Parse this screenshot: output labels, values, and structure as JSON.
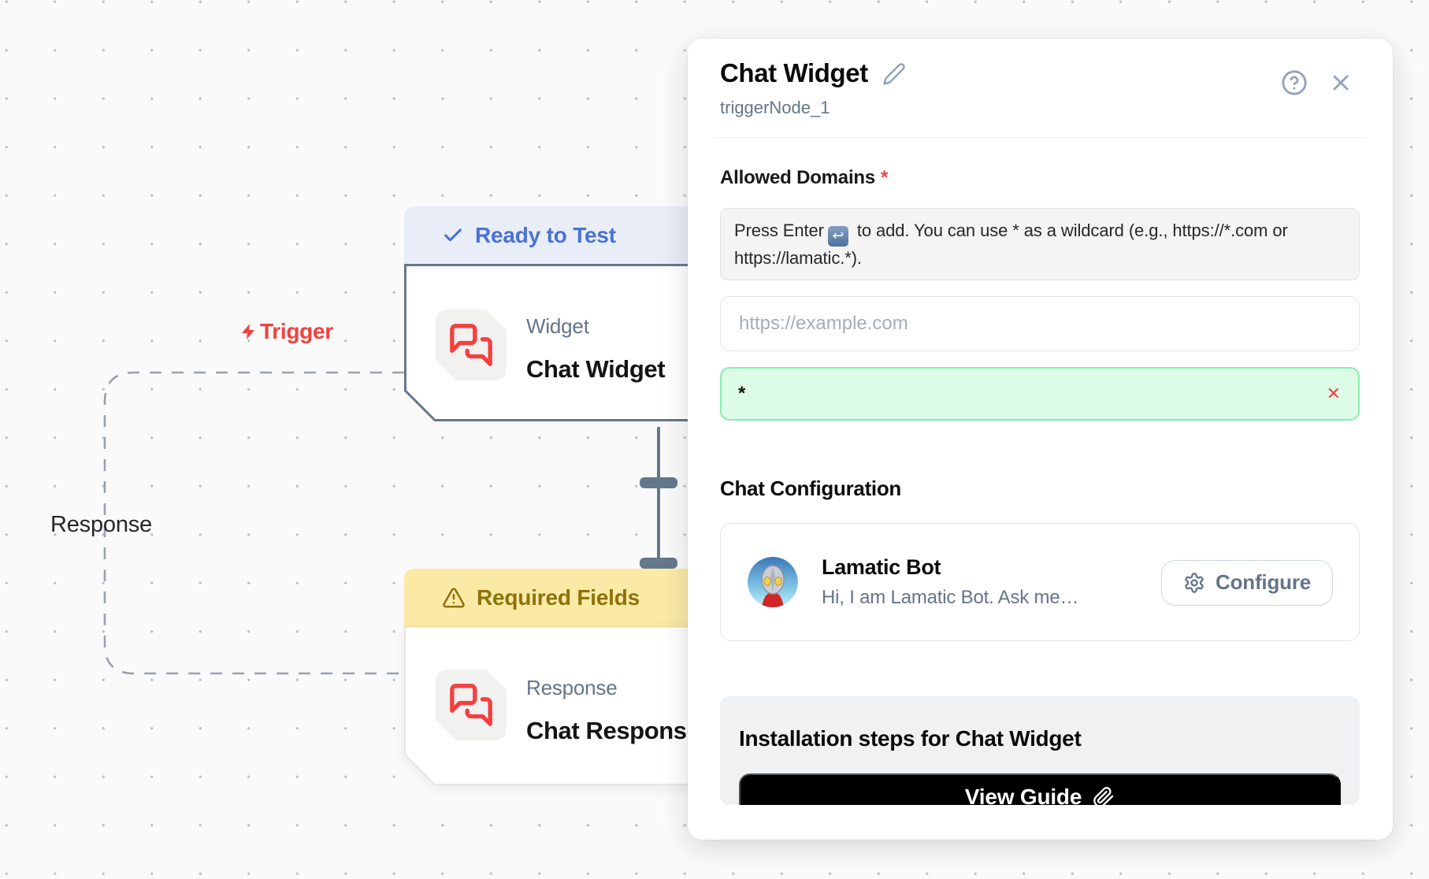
{
  "colors": {
    "canvas_bg": "#fafafa",
    "node_border": "#64788c",
    "ready_badge_bg": "#e9edf8",
    "ready_badge_text": "#4a72d4",
    "required_badge_bg": "#faeaa6",
    "required_badge_text": "#8f7209",
    "node_icon_red": "#f43f3e",
    "trigger_red": "#f4403d",
    "tag_bg": "#dcfce7",
    "tag_border": "#86efac",
    "danger": "#ef4444",
    "muted_text": "#64748b",
    "view_guide_bg": "#000000"
  },
  "canvas": {
    "trigger_label": "Trigger",
    "response_edge_label": "Response",
    "widget_node": {
      "status_badge": "Ready to Test",
      "category": "Widget",
      "title": "Chat Widget"
    },
    "response_node": {
      "status_badge": "Required Fields",
      "category": "Response",
      "title": "Chat Response"
    }
  },
  "panel": {
    "title": "Chat Widget",
    "node_id": "triggerNode_1",
    "allowed_domains": {
      "label": "Allowed Domains",
      "required_marker": "*",
      "hint_before": "Press Enter",
      "enter_key_icon": "↩",
      "hint_after": " to add. You can use * as a wildcard (e.g., https://*.com or https://lamatic.*).",
      "input_placeholder": "https://example.com",
      "tag_value": "*",
      "remove_icon": "✕"
    },
    "chat_configuration": {
      "heading": "Chat Configuration",
      "bot_name": "Lamatic Bot",
      "bot_description": "Hi, I am Lamatic Bot. Ask me…",
      "configure_label": "Configure"
    },
    "installation": {
      "heading": "Installation steps for Chat Widget",
      "view_guide_label": "View Guide"
    }
  }
}
